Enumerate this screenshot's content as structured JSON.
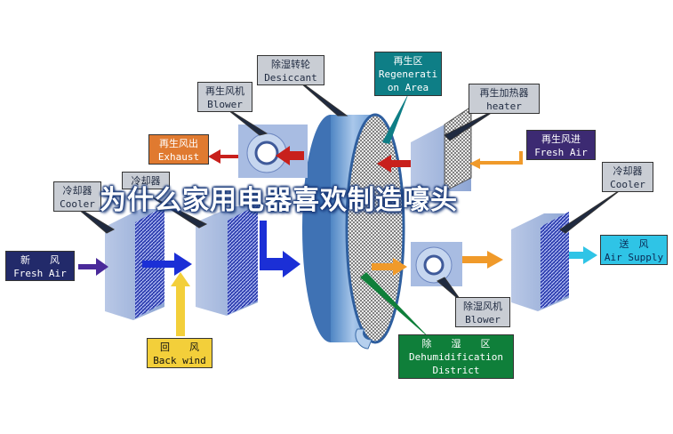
{
  "labels": {
    "desiccant": {
      "zh": "除湿转轮",
      "en": "Desiccant"
    },
    "regeneration_area": {
      "zh": "再生区",
      "en1": "Regenerati",
      "en2": "on Area"
    },
    "regen_blower": {
      "zh": "再生风机",
      "en": "Blower"
    },
    "regen_heater": {
      "zh": "再生加热器",
      "en": "heater"
    },
    "exhaust": {
      "zh": "再生风出",
      "en": "Exhaust"
    },
    "regen_fresh_air": {
      "zh": "再生风进",
      "en": "Fresh Air"
    },
    "cooler_left": {
      "zh": "冷却器",
      "en": "Cooler"
    },
    "cooler_mid": {
      "zh": "冷却器"
    },
    "cooler_right": {
      "zh": "冷却器",
      "en": "Cooler"
    },
    "fresh_air": {
      "zh": "新　　风",
      "en": "Fresh Air"
    },
    "back_wind": {
      "zh": "回　　风",
      "en": "Back wind"
    },
    "air_supply": {
      "zh": "送　风",
      "en": "Air Supply"
    },
    "dehum_blower": {
      "zh": "除湿风机",
      "en": "Blower"
    },
    "dehum_district": {
      "zh": "除　　湿　　区",
      "en1": "Dehumidification",
      "en2": "District"
    }
  },
  "overlay": {
    "title": "为什么家用电器喜欢制造嚎头"
  },
  "colors": {
    "process_arrow": "#1b2fd6",
    "regen_arrow": "#c8201c",
    "supply_arrow": "#f09a2a",
    "return_arrow": "#f3cf3a",
    "supply_out_arrow": "#2fc4e6",
    "fresh_arrow": "#4a2a9a"
  }
}
